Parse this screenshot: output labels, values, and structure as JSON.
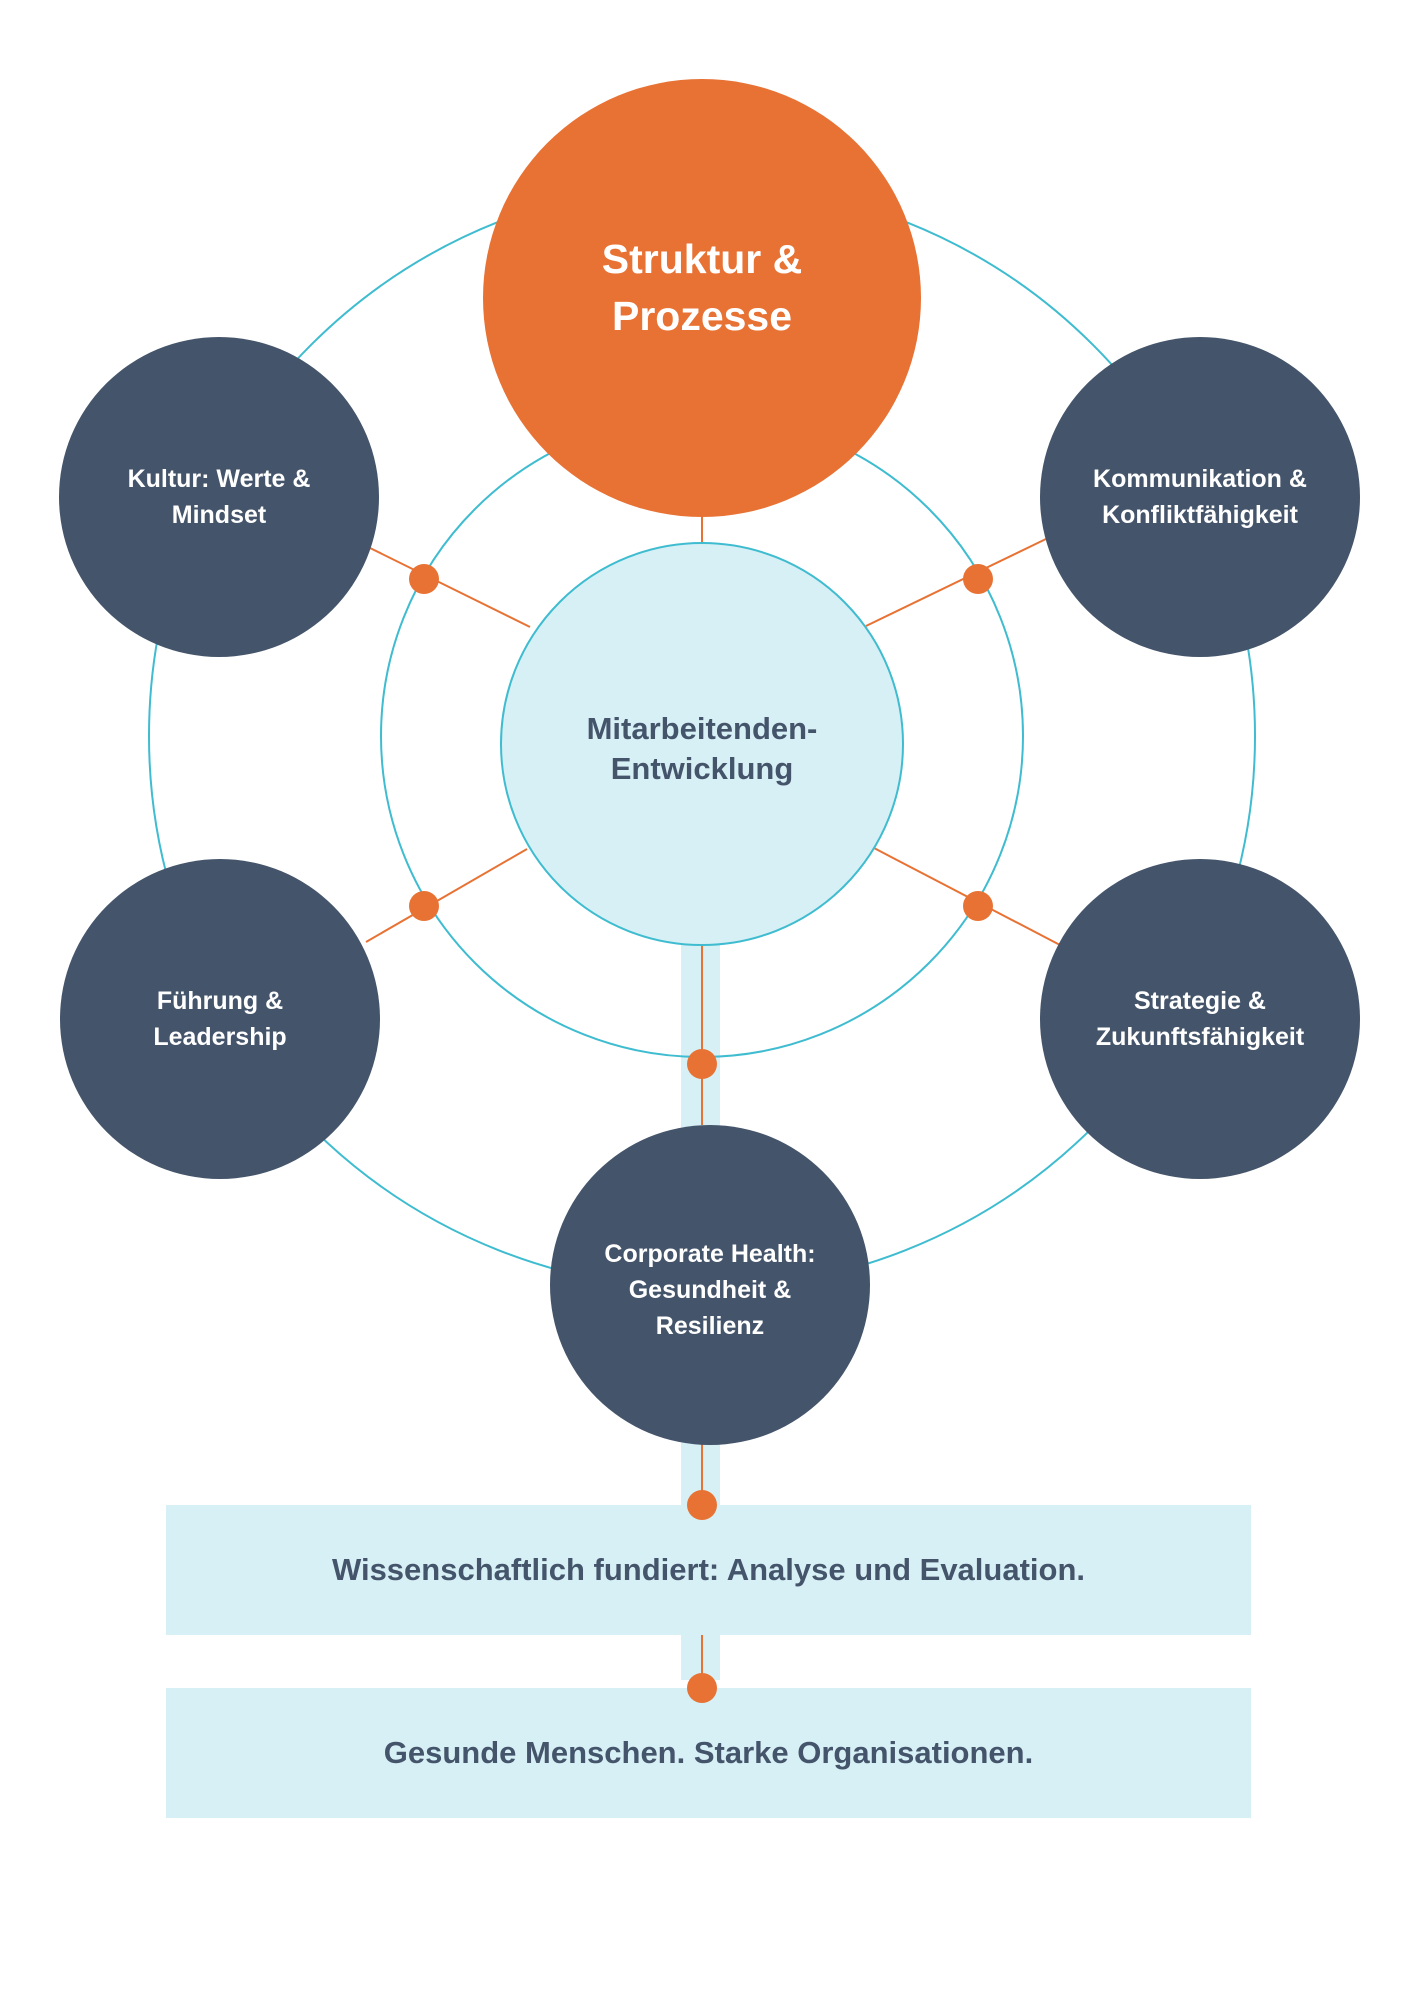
{
  "colors": {
    "navy": "#44546a",
    "orange": "#e87234",
    "light_blue": "#d7f0f5",
    "teal_line": "#3fbcd0"
  },
  "diagram": {
    "top_node": "Struktur &\nProzesse",
    "center_node": "Mitarbeitenden-\nEntwicklung",
    "nodes": {
      "culture": "Kultur: Werte &\nMindset",
      "communication": "Kommunikation &\nKonfliktfähigkeit",
      "leadership": "Führung &\nLeadership",
      "strategy": "Strategie &\nZukunftsfähigkeit",
      "health": "Corporate Health:\nGesundheit &\nResilienz"
    }
  },
  "banners": {
    "science": "Wissenschaftlich fundiert: Analyse und Evaluation.",
    "claim": "Gesunde Menschen. Starke Organisationen."
  }
}
